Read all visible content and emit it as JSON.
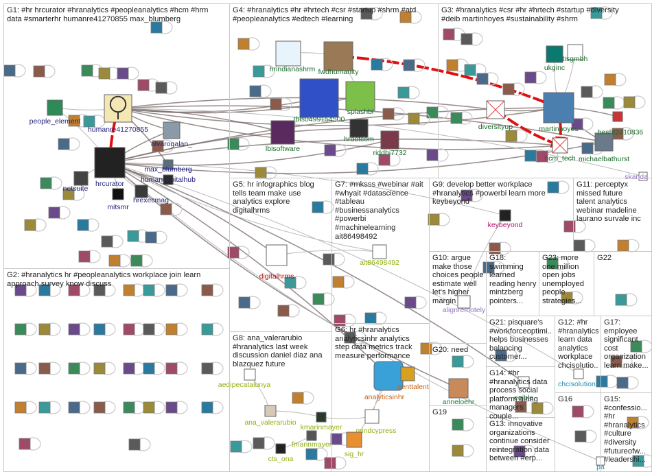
{
  "groups": [
    {
      "id": "g1",
      "label": "G1: #hr hrcurator #hranalytics #peopleanalytics #hcm #hrm\ndata #smarterhr humanre41270855 max_blumberg"
    },
    {
      "id": "g2",
      "label": "G2: #hranalytics hr #peopleanalytics workplace join learn\napproach survey know discuss"
    },
    {
      "id": "g3",
      "label": "G3: #hranalytics #csr #hr #hrtech #startup #diversity\n#deib martinhoyes #sustainability #shrm"
    },
    {
      "id": "g4",
      "label": "G4: #hranalytics #hr #hrtech #csr #startup #shrm #atd\n#peopleanalytics #edtech #learning"
    },
    {
      "id": "g5",
      "label": "G5: hr infographics blog\ntells team make use\nanalytics explore\ndigitalhrms"
    },
    {
      "id": "g6",
      "label": "G6: hr #hranalytics\nanalyticsinhr analytics\nstep data metrics track\nmeasure performance"
    },
    {
      "id": "g7",
      "label": "G7: #mksss #webinar #ait\n#whyait #datascience\n#tableau\n#businessanalytics\n#powerbi\n#machinelearning\nait86498492"
    },
    {
      "id": "g8",
      "label": "G8: ana_valerarubio\n#hranalytics last week\ndiscussion daniel diaz ana\nblazquez future"
    },
    {
      "id": "g9",
      "label": "G9: develop better workplace\n#hranalytics #powerbi learn more\nkeybeyond"
    },
    {
      "id": "g10",
      "label": "G10: argue\nmake those\nchoices people\nestimate well\nlet's higher\nmargin"
    },
    {
      "id": "g11",
      "label": "G11: perceptyx\nmissed future\ntalent analytics\nwebinar madeline\nlaurano survale inc"
    },
    {
      "id": "g12",
      "label": "G12: #hr\n#hranalytics\nlearn data\nanalytics\nworkplace\nchcisolutio..."
    },
    {
      "id": "g13",
      "label": "G13: innovative\norganizations\ncontinue consider\nreintegration data\nbetween #erp..."
    },
    {
      "id": "g14",
      "label": "G14: #hr\n#hranalytics data\nprocess social\nplatform hiring\nmanagers couple..."
    },
    {
      "id": "g15",
      "label": "G15:\n#confessio...\n#hr\n#hranalytics\n#culture\n#diversity\n#futureofw...\n#leadershi..."
    },
    {
      "id": "g16",
      "label": "G16"
    },
    {
      "id": "g17",
      "label": "G17:\nemployee\nsignificant\ncost\norganization\nlearn make..."
    },
    {
      "id": "g18",
      "label": "G18:\nswimming\nlearned\nreading henry\nmintzberg\npointers..."
    },
    {
      "id": "g19",
      "label": "G19"
    },
    {
      "id": "g20",
      "label": "G20: need"
    },
    {
      "id": "g21",
      "label": "G21: pisquare's\n#workforceoptimi...\nhelps businesses\nbalancing\ncustomer..."
    },
    {
      "id": "g22",
      "label": "G22"
    },
    {
      "id": "g23",
      "label": "G23: more\none million\nopen jobs\nunemployed\npeople\nstrategies..."
    }
  ],
  "nodes": [
    {
      "id": "humanre41270855",
      "label": "humanre41270855",
      "color": "#f3e7b3",
      "icon": "magnifier-logo",
      "group": "g1",
      "big": true
    },
    {
      "id": "hrcurator",
      "label": "hrcurator",
      "color": "#222222",
      "icon": "hr-curator-logo",
      "group": "g1",
      "big": true
    },
    {
      "id": "people_element",
      "label": "people_element",
      "color": "#2e8b57",
      "icon": "pe-logo",
      "group": "g1"
    },
    {
      "id": "alvarogalan_",
      "label": "alvarogalan_",
      "color": "#8a9aa8",
      "icon": "avatar",
      "group": "g1"
    },
    {
      "id": "max_blumberg",
      "label": "max_blumberg",
      "color": "#5b6d7c",
      "icon": "avatar",
      "group": "g1"
    },
    {
      "id": "humancapitalhub",
      "label": "humancapitalhub",
      "color": "#2a2a2a",
      "icon": "avatar",
      "group": "g1"
    },
    {
      "id": "netsuite",
      "label": "netsuite",
      "color": "#444444",
      "icon": "logo",
      "group": "g1"
    },
    {
      "id": "mitsmr",
      "label": "mitsmr",
      "color": "#111111",
      "icon": "logo",
      "group": "g1"
    },
    {
      "id": "hrexecmag",
      "label": "hrexecmag",
      "color": "#3a3a3a",
      "icon": "logo",
      "group": "g1"
    },
    {
      "id": "hrindianashrm",
      "label": "hrindianashrm",
      "color": "#e8f4fb",
      "icon": "hr-indiana-logo",
      "group": "g4"
    },
    {
      "id": "fwdhumanity",
      "label": "fwdhumanity",
      "color": "#9a7a56",
      "icon": "avatar",
      "group": "g4"
    },
    {
      "id": "this0499154500",
      "label": "this0499154500",
      "color": "#3050c8",
      "icon": "face-photo",
      "group": "g4"
    },
    {
      "id": "splashbi",
      "label": "splashbi",
      "color": "#7cc04a",
      "icon": "splash-logo",
      "group": "g4"
    },
    {
      "id": "hrdotcom",
      "label": "hrdotcom",
      "color": "#333333",
      "icon": "logo",
      "group": "g4"
    },
    {
      "id": "lbisoftware",
      "label": "lbisoftware",
      "color": "#5a2a5e",
      "icon": "lbi-logo",
      "group": "g4"
    },
    {
      "id": "riddhi7732",
      "label": "riddhi7732",
      "color": "#7a3a4a",
      "icon": "avatar",
      "group": "g4"
    },
    {
      "id": "ukginc",
      "label": "ukginc",
      "color": "#0b7a6e",
      "icon": "u-logo",
      "group": "g3"
    },
    {
      "id": "cogentisgmbh",
      "label": "tisgmbh",
      "color": "#ffffff",
      "icon": "logo",
      "group": "g3"
    },
    {
      "id": "martinhoyes",
      "label": "martinhoyes",
      "color": "#4a7fb0",
      "icon": "avatar",
      "group": "g3"
    },
    {
      "id": "diversityup",
      "label": "diversityup",
      "color": "#ffffff",
      "icon": "missing-image",
      "group": "g3"
    },
    {
      "id": "hcm_tech",
      "label": "hcm_tech",
      "color": "#ffffff",
      "icon": "missing-image",
      "group": "g3"
    },
    {
      "id": "michaelbathurst",
      "label": "michaelbathurst",
      "color": "#6a7a8a",
      "icon": "avatar",
      "group": "g3"
    },
    {
      "id": "hesht",
      "label": "hesht2410836",
      "color": "#cc3333",
      "icon": "avatar",
      "group": "g3"
    },
    {
      "id": "digitalhrms",
      "label": "digitalhrms",
      "color": "#ffffff",
      "icon": "logo",
      "group": "g5"
    },
    {
      "id": "ait86498492",
      "label": "ait86498492",
      "color": "#ffffff",
      "icon": "logo",
      "group": "g7"
    },
    {
      "id": "keybeyond",
      "label": "keybeyond",
      "color": "#222222",
      "icon": "logo",
      "group": "g9"
    },
    {
      "id": "analyticsinhr",
      "label": "analyticsinhr",
      "color": "#3aa0d8",
      "icon": "aihr-logo",
      "group": "g6"
    },
    {
      "id": "centtalent",
      "label": "centtalent",
      "color": "#d8a020",
      "icon": "logo",
      "group": "g6"
    },
    {
      "id": "anneloehr",
      "label": "anneloehr",
      "color": "#c88a5a",
      "icon": "avatar",
      "group": "g14"
    },
    {
      "id": "aligninremotely",
      "label": "alignremotely",
      "color": "#ffffff",
      "icon": "logo",
      "group": "g10"
    },
    {
      "id": "aedipecatalunya",
      "label": "aedipecatalunya",
      "color": "#ffffff",
      "icon": "logo",
      "group": "g8"
    },
    {
      "id": "ana_valerarubio",
      "label": "ana_valerarubio",
      "color": "#d8c8b8",
      "icon": "avatar",
      "group": "g8"
    },
    {
      "id": "kmarinmayer",
      "label": "kmarinmayer",
      "color": "#2a3a2a",
      "icon": "avatar",
      "group": "g8"
    },
    {
      "id": "fmarinmayer",
      "label": "fmarinmayer",
      "color": "#555555",
      "icon": "avatar",
      "group": "g8"
    },
    {
      "id": "cts_ona",
      "label": "cts_ona",
      "color": "#222222",
      "icon": "logo",
      "group": "g8"
    },
    {
      "id": "mindcypress",
      "label": "mindcypress",
      "color": "#ffffff",
      "icon": "logo",
      "group": "g8"
    },
    {
      "id": "sig_hr",
      "label": "sig_hr",
      "color": "#e89030",
      "icon": "sig-logo",
      "group": "g8"
    },
    {
      "id": "chcisolutions",
      "label": "chcisolutions",
      "color": "#ffffff",
      "icon": "logo",
      "group": "g12"
    },
    {
      "id": "eqible",
      "label": "eqible",
      "color": "#ffffff",
      "icon": "logo",
      "group": "g14"
    },
    {
      "id": "skanda",
      "label": "skanda",
      "color": "#ffffff",
      "icon": "logo",
      "group": "g11"
    },
    {
      "id": "paulebenbrown",
      "label": "pa",
      "color": "#ffffff",
      "icon": "logo",
      "group": "g15"
    }
  ],
  "node_label_colors": {
    "g1": "#1f1f7a",
    "g3": "#1a6a2a",
    "g4": "#1a6a2a",
    "g5": "#b01010",
    "g6": "#c86010",
    "g7": "#90b010",
    "g8": "#90b010",
    "g9": "#b0106a",
    "g10": "#9070c0",
    "g11": "#9070c0",
    "g12": "#2090b0",
    "g14": "#1a7a3a",
    "g15": "#2090b0"
  },
  "edge_colors": {
    "default": "#b8b8b8",
    "strong": "#7a6a6a",
    "red": "#e01010"
  }
}
